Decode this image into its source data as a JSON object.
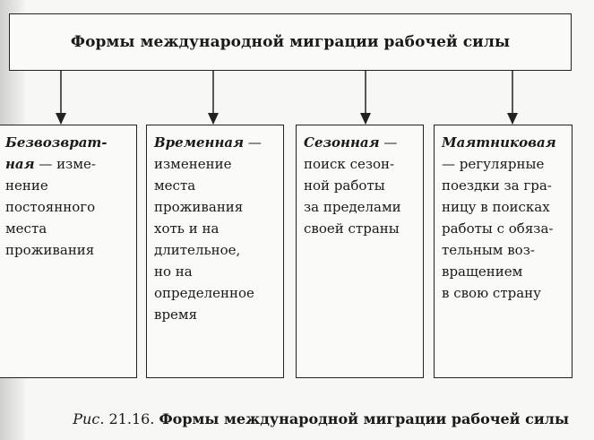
{
  "diagram": {
    "title": "Формы международной миграции рабочей силы",
    "boxes": [
      {
        "term_lines": [
          "Безвозврат-",
          "ная"
        ],
        "lines": [
          "— изме-",
          "нение",
          "постоянного",
          "места",
          "проживания"
        ]
      },
      {
        "term_lines": [
          "Временная"
        ],
        "lines": [
          "—",
          "изменение",
          "места",
          "проживания",
          "хоть и на",
          "длительное,",
          "но на",
          "определенное",
          "время"
        ]
      },
      {
        "term_lines": [
          "Сезонная"
        ],
        "lines": [
          "—",
          "поиск сезон-",
          "ной работы",
          "за пределами",
          "своей страны"
        ]
      },
      {
        "term_lines": [
          "Маятниковая"
        ],
        "lines": [
          "— регулярные",
          "поездки за гра-",
          "ницу в поисках",
          "работы с обяза-",
          "тельным воз-",
          "вращением",
          "в свою страну"
        ]
      }
    ]
  },
  "caption": {
    "label": "Рис.",
    "number": "21.16.",
    "title": "Формы международной миграции рабочей силы"
  }
}
